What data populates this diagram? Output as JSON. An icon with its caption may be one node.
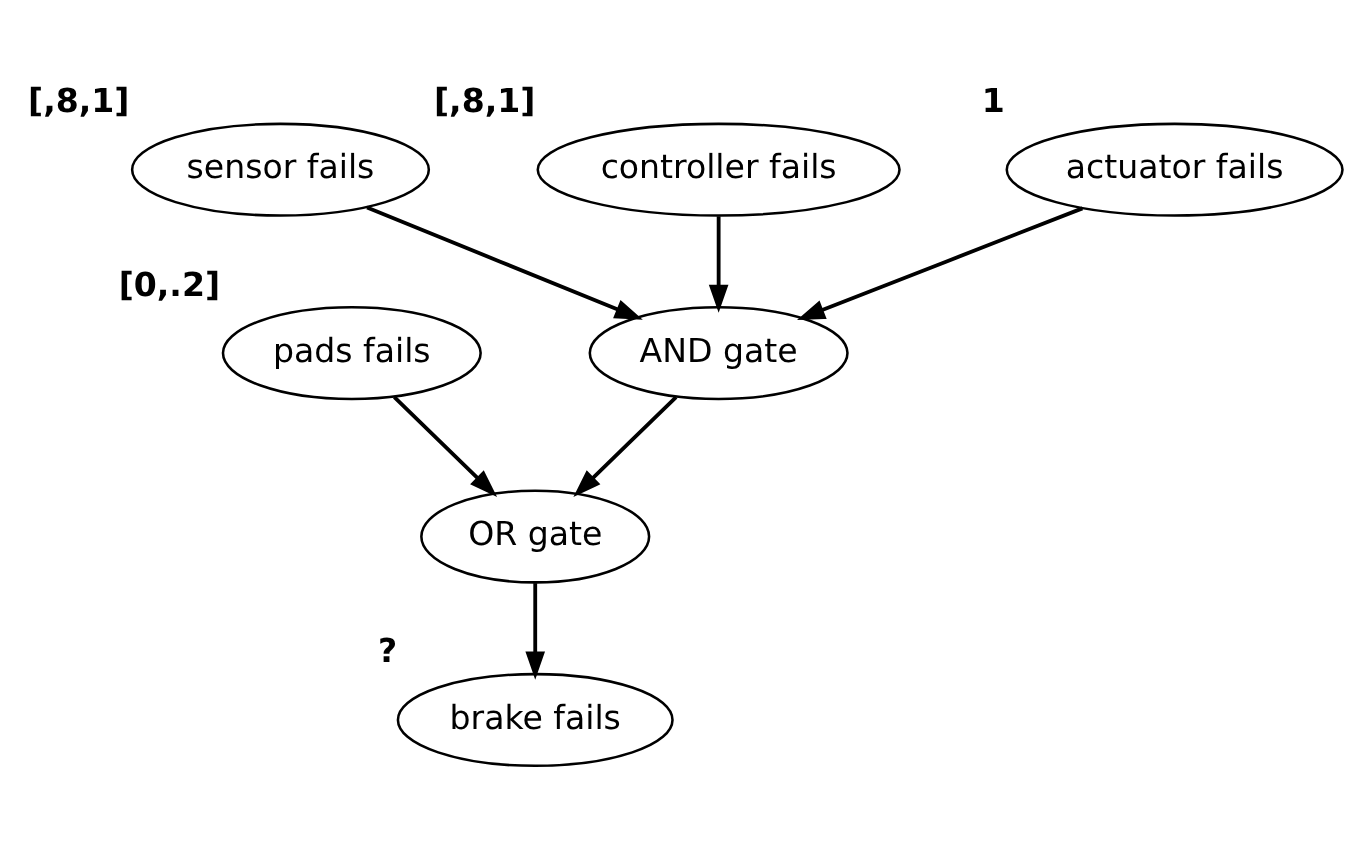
{
  "diagram": {
    "nodes": [
      {
        "text": [
          "sensor fails"
        ],
        "beside": [
          "[,8,1]"
        ]
      },
      {
        "text": [
          "controller fails"
        ],
        "beside": [
          "[,8,1]"
        ]
      },
      {
        "text": [
          "actuator fails"
        ],
        "beside": [
          "1"
        ]
      },
      {
        "text": [
          "pads fails"
        ],
        "beside": [
          "[0,.2]"
        ]
      },
      {
        "text": [
          "AND gate"
        ]
      },
      {
        "text": [
          "OR gate"
        ]
      },
      {
        "text": [
          "brake fails"
        ],
        "beside": [
          "?"
        ]
      }
    ],
    "edges": [
      {
        "from": 0,
        "to": 4,
        "arrow": "to"
      },
      {
        "from": 1,
        "to": 4,
        "arrow": "to"
      },
      {
        "from": 2,
        "to": 4,
        "arrow": "to"
      },
      {
        "from": 4,
        "to": 5,
        "arrow": "to"
      },
      {
        "from": 3,
        "to": 5,
        "arrow": "to"
      },
      {
        "from": 5,
        "to": 6,
        "arrow": "to"
      }
    ]
  }
}
